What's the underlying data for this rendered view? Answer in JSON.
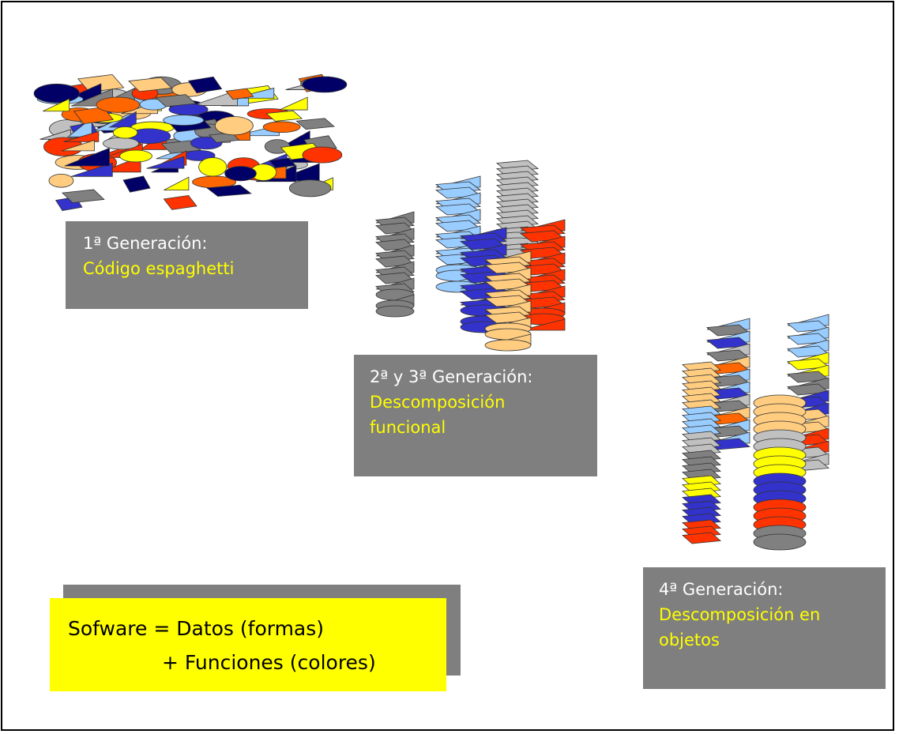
{
  "generations": [
    {
      "title": "1ª Generación:",
      "subtitle_lines": [
        "Código espaghetti"
      ]
    },
    {
      "title": "2ª y 3ª Generación:",
      "subtitle_lines": [
        "Descomposición",
        "funcional"
      ]
    },
    {
      "title": "4ª Generación:",
      "subtitle_lines": [
        "Descomposición en",
        "objetos"
      ]
    }
  ],
  "formula": {
    "line1": "Sofware =  Datos (formas)",
    "line2": "+  Funciones (colores)"
  },
  "colors": {
    "label_bg": "#7f7f7f",
    "highlight_text": "#ffff00",
    "formula_bg": "#ffff00",
    "palette": [
      "#000066",
      "#3333cc",
      "#99ccff",
      "#c0c0c0",
      "#808080",
      "#ffcc80",
      "#ff6600",
      "#ff3300",
      "#ffff00"
    ]
  },
  "icons": [
    "scattered-shapes-icon",
    "shape-stacks-icon",
    "object-stacks-icon"
  ]
}
